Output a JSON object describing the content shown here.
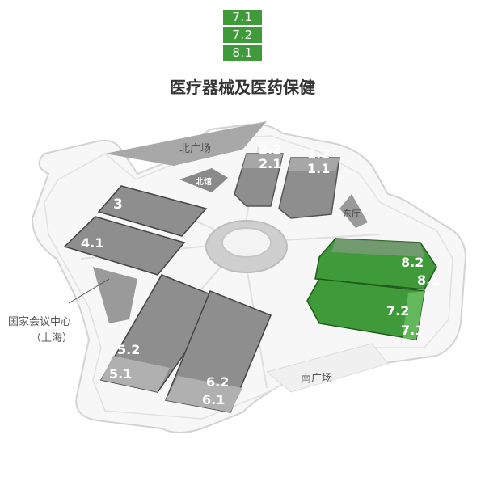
{
  "legend": [
    "7.1",
    "7.2",
    "8.1"
  ],
  "title": "医疗器械及医药保健",
  "halls": {
    "h1_2": "1.2",
    "h1_1": "1.1",
    "h2_2": "2.2",
    "h2_1": "2.1",
    "h3": "3",
    "h4_1": "4.1",
    "h5_2": "5.2",
    "h5_1": "5.1",
    "h6_2": "6.2",
    "h6_1": "6.1",
    "h7_2": "7.2",
    "h7_1": "7.1",
    "h8_2": "8.2",
    "h8_1": "8.1"
  },
  "labels": {
    "north_plaza": "北广场",
    "north_hall": "北馆",
    "east_hall": "东厅",
    "south_plaza": "南广场",
    "center_line1": "国家会议中心",
    "center_line2": "（上海）"
  },
  "colors": {
    "highlight": "#3f9a3a",
    "hall_gray": "#8e8e8e",
    "outline": "#d8d8d8"
  }
}
